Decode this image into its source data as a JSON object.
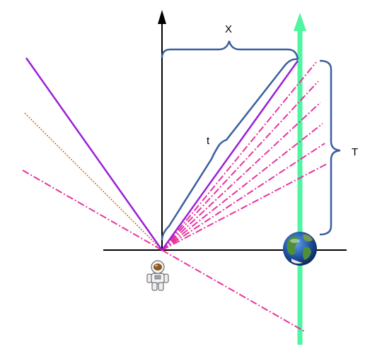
{
  "labels": {
    "x": "X",
    "t": "t",
    "T": "T"
  },
  "figures": {
    "earth": "earth-globe-icon",
    "astronaut": "astronaut-icon"
  },
  "colors": {
    "axes": "#000000",
    "brace": "#3a5f9e",
    "worldline": "#4ff5a0",
    "light_ray": "#9b1fd8",
    "dashed_rays": "#e8339e",
    "dotted_ray": "#e6822e",
    "earth_ocean": "#1d4f9c",
    "earth_land": "#4f8f3a"
  }
}
